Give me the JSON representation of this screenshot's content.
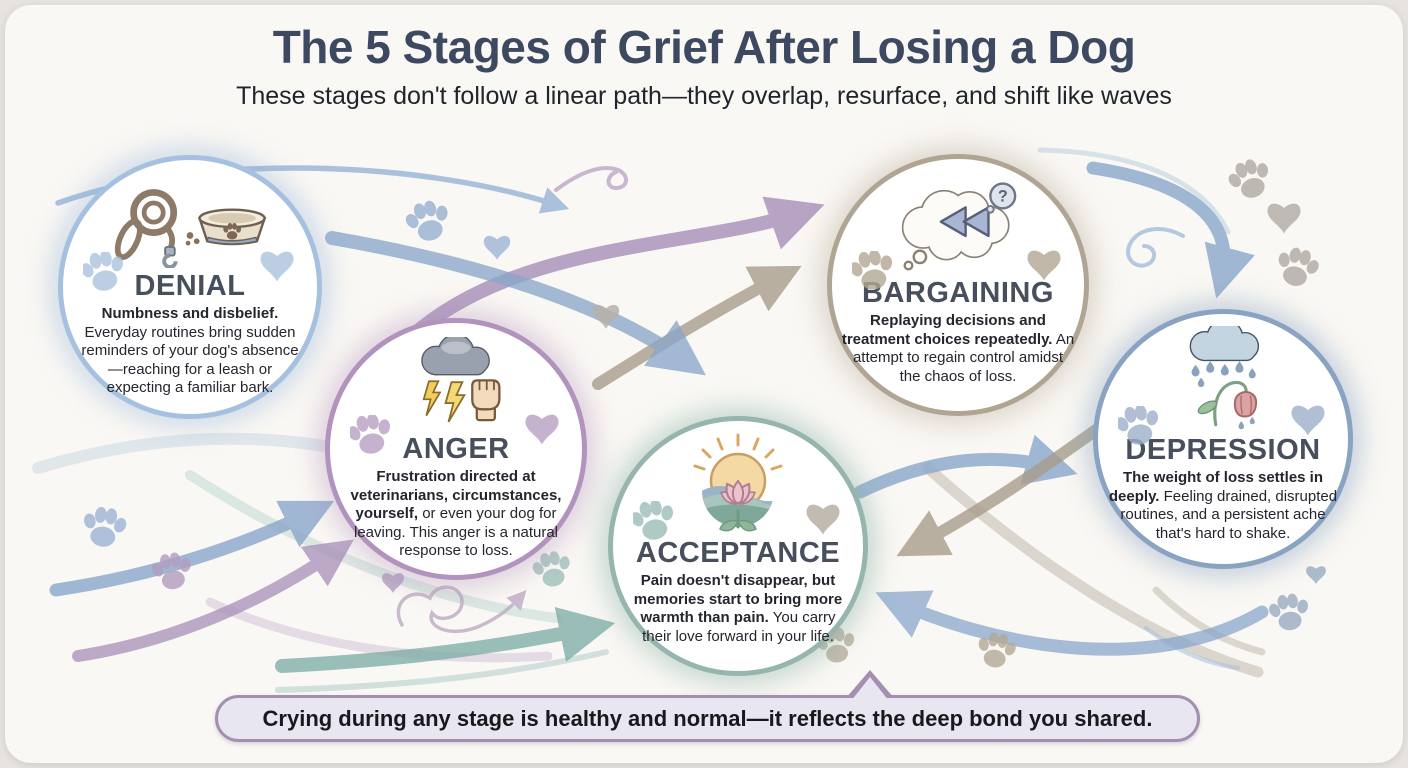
{
  "header": {
    "title": "The 5 Stages of Grief After Losing a Dog",
    "subtitle": "These stages don't follow a linear path—they overlap, resurface, and shift like waves"
  },
  "stages": [
    {
      "id": "denial",
      "label": "DENIAL",
      "lead": "Numbness and disbelief.",
      "rest": "Everyday routines bring sudden reminders of your dog's absence—reaching for a leash or expecting a familiar bark.",
      "accent": "#a6c1e0",
      "icon": "leash-and-bowl-icon"
    },
    {
      "id": "anger",
      "label": "ANGER",
      "lead": "Frustration directed at veterinarians, circumstances, yourself,",
      "rest": "or even your dog for leaving. This anger is a natural response to loss.",
      "accent": "#b193bd",
      "icon": "storm-cloud-lightning-fist-icon"
    },
    {
      "id": "bargaining",
      "label": "BARGAINING",
      "lead": "Replaying decisions and treatment choices repeatedly.",
      "rest": "An attempt to regain control amidst the chaos of loss.",
      "accent": "#b0a593",
      "icon": "rewind-thought-cloud-icon",
      "icon_glyph": "?"
    },
    {
      "id": "depression",
      "label": "DEPRESSION",
      "lead": "The weight of loss settles in deeply.",
      "rest": "Feeling drained, disrupted routines, and a persistent ache that's hard to shake.",
      "accent": "#8aa3c2",
      "icon": "rain-cloud-wilting-flower-icon"
    },
    {
      "id": "acceptance",
      "label": "ACCEPTANCE",
      "lead": "Pain doesn't disappear, but memories start to bring more warmth than pain.",
      "rest": "You carry their love forward in your life.",
      "accent": "#96b5ae",
      "icon": "sunrise-lotus-icon"
    }
  ],
  "banner": {
    "text": "Crying during any stage is healthy and normal—it reflects the deep bond you shared.",
    "border_color": "#a390b0",
    "background": "#e7e6f1"
  },
  "palette": {
    "title": "#3d4960",
    "body_text": "#23262d",
    "arrow_blue": "#8aa7cb",
    "arrow_purple": "#a78fb8",
    "arrow_taupe": "#a89d8d",
    "arrow_teal": "#7fada7",
    "card_background": "#faf8f4"
  },
  "decorations": {
    "icons": [
      "paw-icon",
      "heart-icon",
      "swirl-icon",
      "arrow-icon"
    ]
  }
}
